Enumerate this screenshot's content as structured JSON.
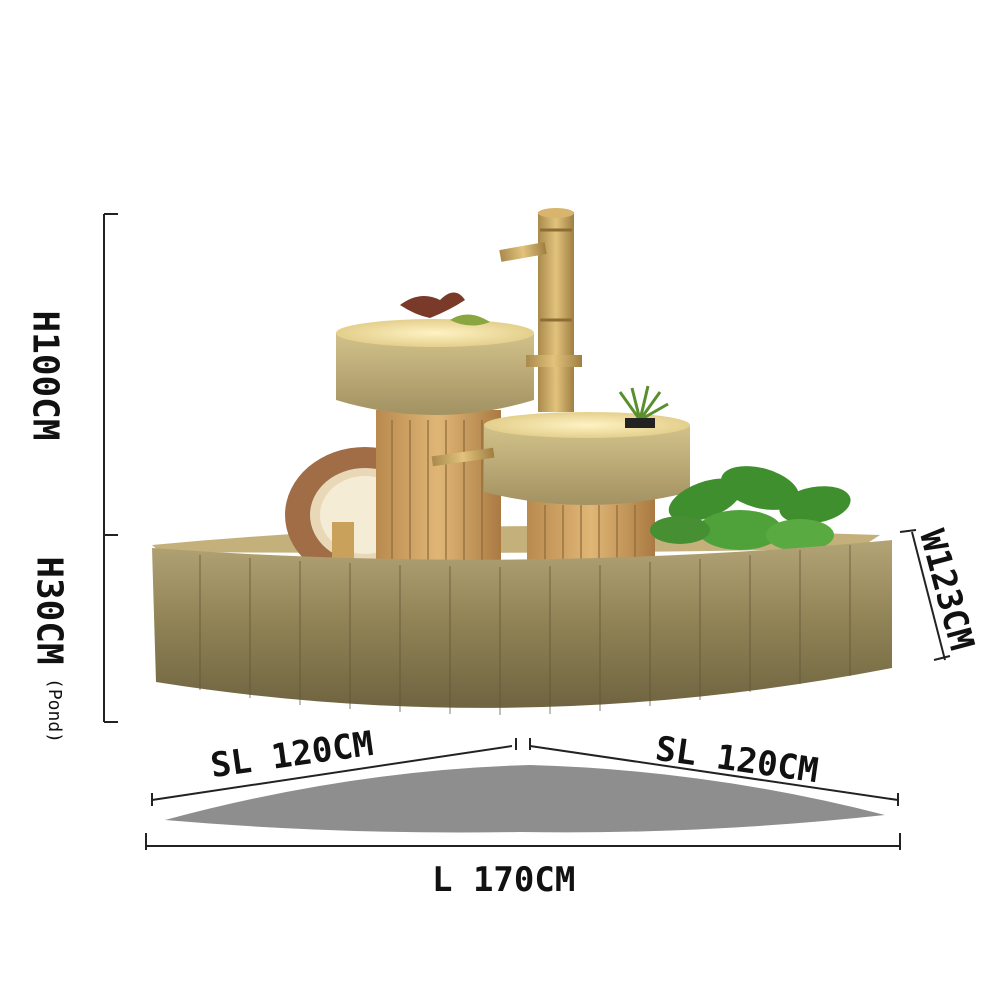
{
  "dimensions": {
    "height_total": "H100CM",
    "height_pond": "H30CM",
    "pond_note": "(Pond)",
    "width": "W123CM",
    "side_left": "SL 120CM",
    "side_right": "SL 120CM",
    "length": "L 170CM"
  },
  "colors": {
    "stone": "#9a8a5a",
    "stone_dark": "#6f6440",
    "bamboo": "#c9a15a",
    "water_wheel": "#b07a52",
    "plant_green": "#3f8f2e",
    "shadow": "#8c8c8c",
    "line": "#222222"
  }
}
